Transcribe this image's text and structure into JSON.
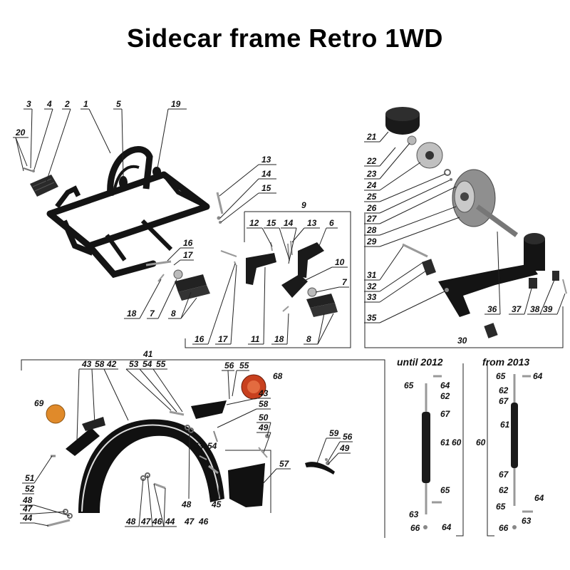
{
  "title": "Sidecar frame Retro 1WD",
  "sections": {
    "until": "until 2012",
    "from": "from 2013"
  },
  "labels": {
    "n1": "1",
    "n2": "2",
    "n3": "3",
    "n4": "4",
    "n5": "5",
    "n6": "6",
    "n7": "7",
    "n8": "8",
    "n9": "9",
    "n10": "10",
    "n11": "11",
    "n12": "12",
    "n13": "13",
    "n14": "14",
    "n15": "15",
    "n16": "16",
    "n17": "17",
    "n18": "18",
    "n19": "19",
    "n20": "20",
    "n21": "21",
    "n22": "22",
    "n23": "23",
    "n24": "24",
    "n25": "25",
    "n26": "26",
    "n27": "27",
    "n28": "28",
    "n29": "29",
    "n30": "30",
    "n31": "31",
    "n32": "32",
    "n33": "33",
    "n35": "35",
    "n36": "36",
    "n37": "37",
    "n38": "38",
    "n39": "39",
    "n41": "41",
    "n42": "42",
    "n43": "43",
    "n44": "44",
    "n45": "45",
    "n46": "46",
    "n47": "47",
    "n48": "48",
    "n49": "49",
    "n50": "50",
    "n51": "51",
    "n52": "52",
    "n53": "53",
    "n54": "54",
    "n55": "55",
    "n56": "56",
    "n57": "57",
    "n58": "58",
    "n59": "59",
    "n60": "60",
    "n61": "61",
    "n62": "62",
    "n63": "63",
    "n64": "64",
    "n65": "65",
    "n66": "66",
    "n67": "67",
    "n68": "68",
    "n69": "69"
  },
  "colors": {
    "frame": "#141414",
    "lamp_red": "#c8401e",
    "lamp_orange": "#e08a2a",
    "metal": "#9a9a9a"
  }
}
